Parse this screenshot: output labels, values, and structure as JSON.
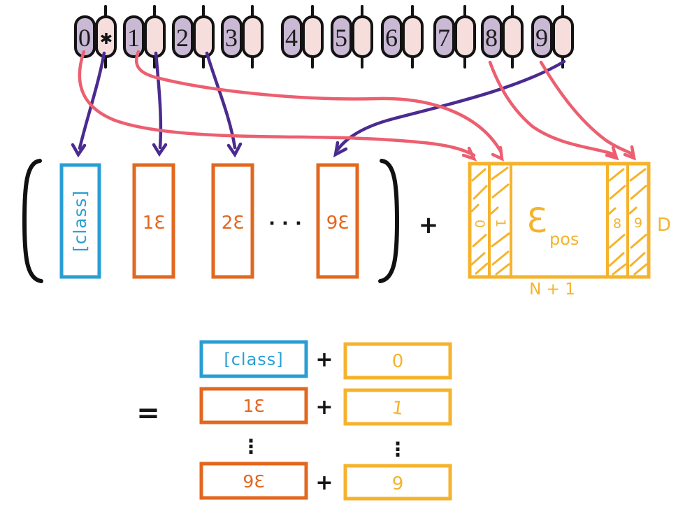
{
  "tokens": [
    {
      "label": "0",
      "star": "✱"
    },
    {
      "label": "1"
    },
    {
      "label": "2"
    },
    {
      "label": "3"
    },
    {
      "label": "4"
    },
    {
      "label": "5"
    },
    {
      "label": "6"
    },
    {
      "label": "7"
    },
    {
      "label": "8"
    },
    {
      "label": "9"
    }
  ],
  "sequence": {
    "class_token": "[class]",
    "embedding_labels": [
      "1Ɛ",
      "2Ɛ",
      "9Ɛ"
    ],
    "ellipsis": "· · ·",
    "plus": "+"
  },
  "pos_matrix": {
    "symbol": "Ɛ",
    "subscript": "pos",
    "column_labels": [
      "0",
      "1",
      "8",
      "9"
    ],
    "width_label": "N + 1",
    "depth_label": "D"
  },
  "equation": {
    "equals": "=",
    "vertical_ellipsis": "⋮",
    "rows": [
      {
        "left": "[class]",
        "op": "+",
        "right": "0"
      },
      {
        "left": "1Ɛ",
        "op": "+",
        "right": "1"
      },
      {
        "left": "9Ɛ",
        "op": "+",
        "right": "9"
      }
    ]
  },
  "connections": {
    "position_arrows": [
      {
        "from": "token-0",
        "to": "pos-column-0"
      },
      {
        "from": "token-1",
        "to": "pos-column-1"
      },
      {
        "from": "token-8",
        "to": "pos-column-8"
      },
      {
        "from": "token-9",
        "to": "pos-column-9"
      }
    ],
    "embedding_arrows": [
      {
        "from": "patch-0",
        "to": "class-embedding"
      },
      {
        "from": "patch-1",
        "to": "embedding-1"
      },
      {
        "from": "patch-2",
        "to": "embedding-2"
      },
      {
        "from": "patch-9",
        "to": "embedding-9"
      }
    ]
  },
  "colors": {
    "cyan": "#2a9ed3",
    "orange": "#e2671f",
    "yellow": "#f5b32d",
    "pink_arrow": "#ec5f70",
    "purple_arrow": "#4a2b8f",
    "pill_purple": "#c9b9d4",
    "pill_pink": "#f6dedd",
    "ink": "#151515"
  }
}
